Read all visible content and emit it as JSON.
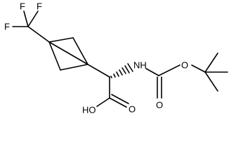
{
  "molecule": {
    "atoms": {
      "f_top_left": "F",
      "f_top_right": "F",
      "f_left": "F",
      "nh": "NH",
      "o_ester": "O",
      "o_carbamate": "O",
      "o_acid": "O",
      "oh": "HO"
    }
  },
  "colors": {
    "bond": "#000000",
    "label": "#000000",
    "background": "#ffffff"
  }
}
